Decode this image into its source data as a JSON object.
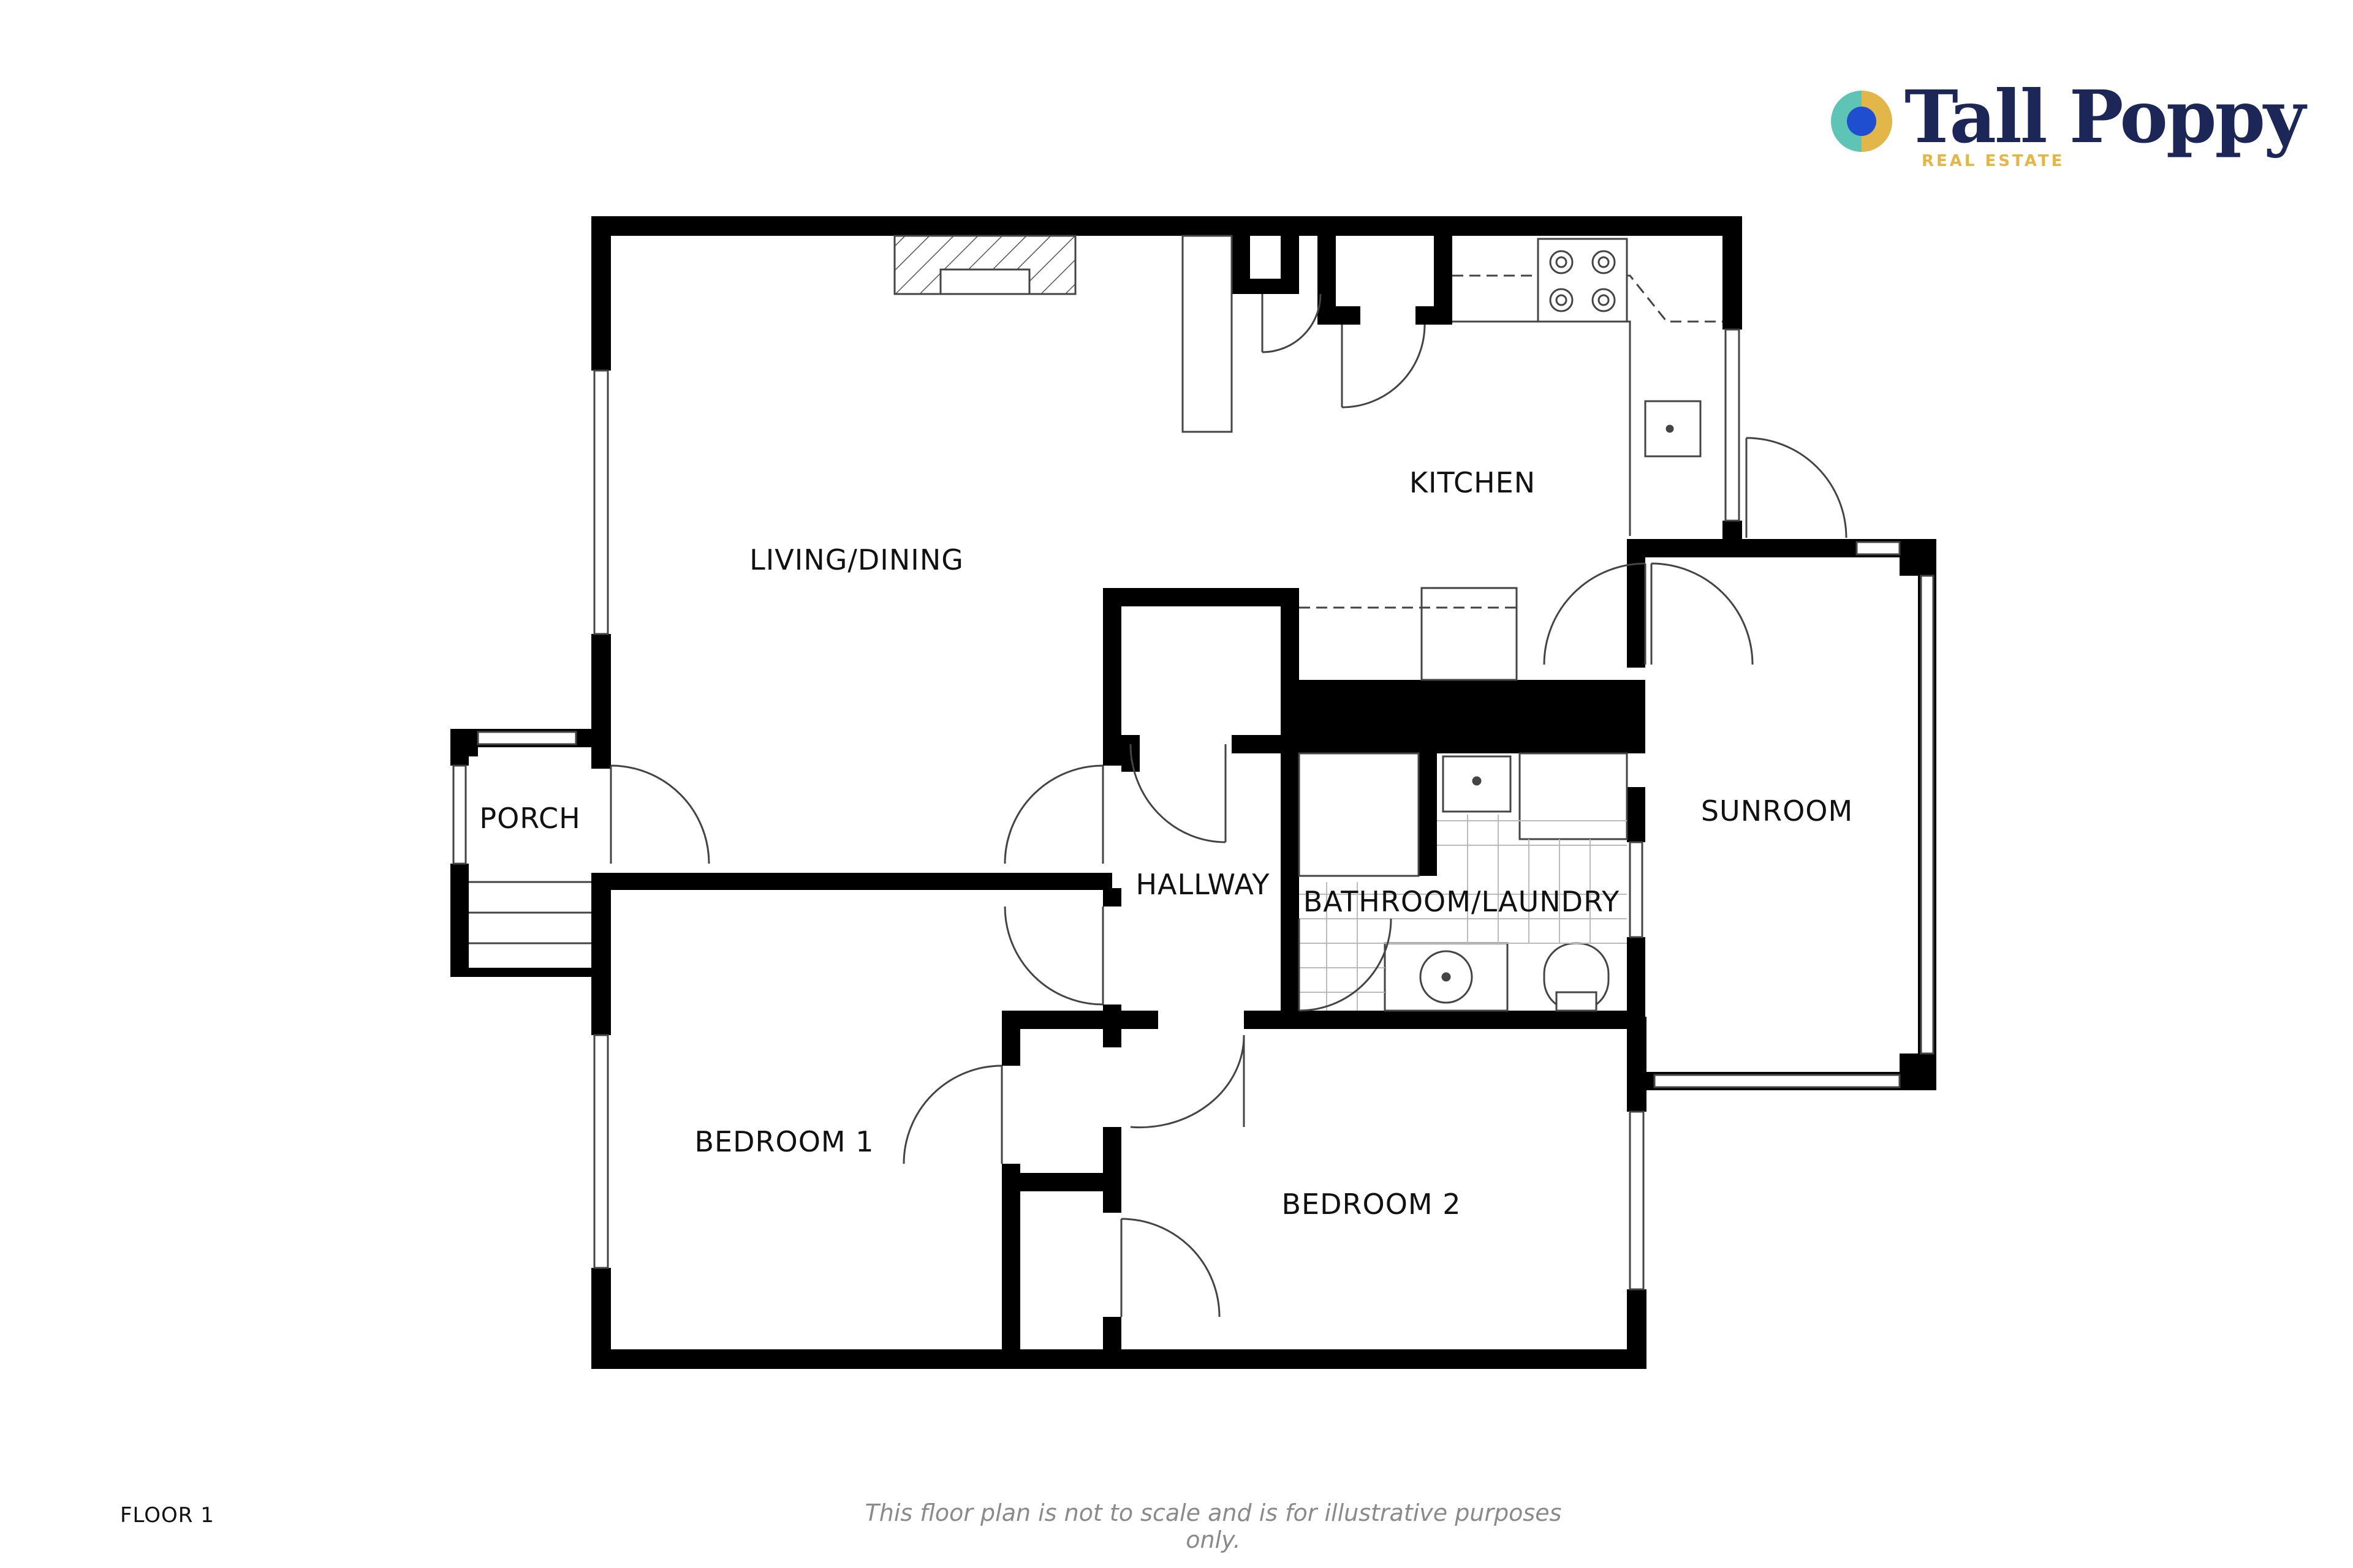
{
  "brand": {
    "name": "Tall Poppy",
    "subtitle": "REAL ESTATE",
    "colors": {
      "navy": "#1c2758",
      "gold": "#e3b64a",
      "teal": "#5ec4b6",
      "blue": "#1f4fd0"
    }
  },
  "rooms": {
    "living_dining": "LIVING/DINING",
    "kitchen": "KITCHEN",
    "porch": "PORCH",
    "hallway": "HALLWAY",
    "bathroom_laundry": "BATHROOM/LAUNDRY",
    "sunroom": "SUNROOM",
    "bedroom_1": "BEDROOM 1",
    "bedroom_2": "BEDROOM 2"
  },
  "footer": {
    "floor_label": "FLOOR 1",
    "disclaimer": "This floor plan is not to scale and is for illustrative purposes only."
  },
  "colors": {
    "wall": "#000000",
    "line": "#444444",
    "tile": "#cccccc"
  }
}
